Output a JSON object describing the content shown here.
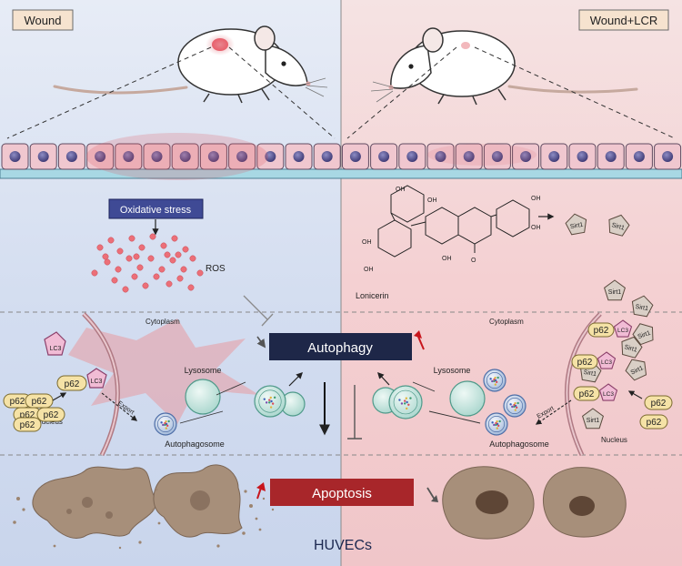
{
  "panels": {
    "left_tag": "Wound",
    "right_tag": "Wound+LCR"
  },
  "left": {
    "stress_label": "Oxidative stress",
    "ros_label": "ROS",
    "cytoplasm_label": "Cytoplasm",
    "nucleus_label": "Nucleus",
    "export_label": "Export",
    "lysosome_label": "Lysosome",
    "autophagosome_label": "Autophagosome",
    "lc3_label": "LC3",
    "p62_label": "p62"
  },
  "right": {
    "compound_label": "Lonicerin",
    "cytoplasm_label": "Cytoplasm",
    "nucleus_label": "Nucleus",
    "export_label": "Export",
    "lysosome_label": "Lysosome",
    "autophagosome_label": "Autophagosome",
    "sirt1_label": "Sirt1",
    "lc3_label": "LC3",
    "p62_label": "p62",
    "oh_label": "OH",
    "o_label": "O"
  },
  "center": {
    "autophagy_label": "Autophagy",
    "apoptosis_label": "Apoptosis",
    "cell_type_label": "HUVECs"
  },
  "colors": {
    "left_bg": "#d9e2f1",
    "right_bg": "#f7d6d8",
    "autophagy_box": "#1e2748",
    "apoptosis_box": "#a8262a",
    "stress_box": "#3f4a95",
    "tag_box": "#f6e3cf",
    "red_arrow": "#c8161d"
  }
}
